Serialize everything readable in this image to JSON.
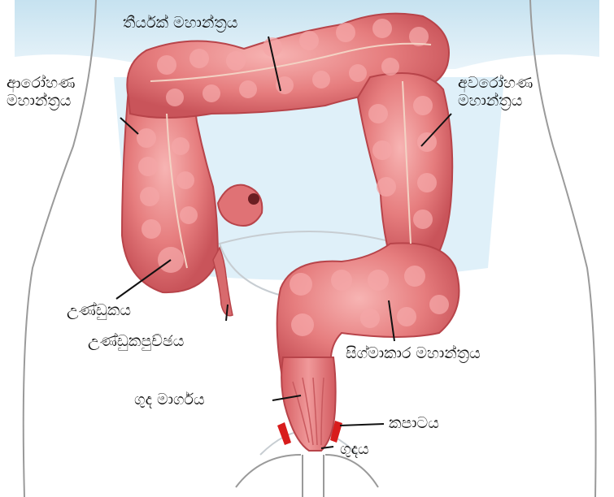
{
  "labels": {
    "transverse_colon": "තීර්යක් මහාන්ත්‍රය",
    "ascending_colon": [
      "ආරෝහණ",
      "මහාන්ත්‍රය"
    ],
    "descending_colon": [
      "අවරෝහණ",
      "මහාන්ත්‍රය"
    ],
    "cecum": "උණ්ඩුකය",
    "appendix": "උණ්ඩුකපුච්ඡය",
    "sigmoid_colon": "සිග්මාකාර මහාන්ත්‍රය",
    "rectum": "ගුද මාර්ගය",
    "sphincter": "කපාටය",
    "anus": "ගුදය"
  },
  "colors": {
    "background_blue": "#cfe6f2",
    "body_line": "#9a9a9a",
    "colon_fill": "#e3787a",
    "colon_dark": "#b8444a",
    "colon_highlight": "#f6b0b0",
    "sphincter_red": "#d81c1c",
    "leader_line": "#111111"
  }
}
